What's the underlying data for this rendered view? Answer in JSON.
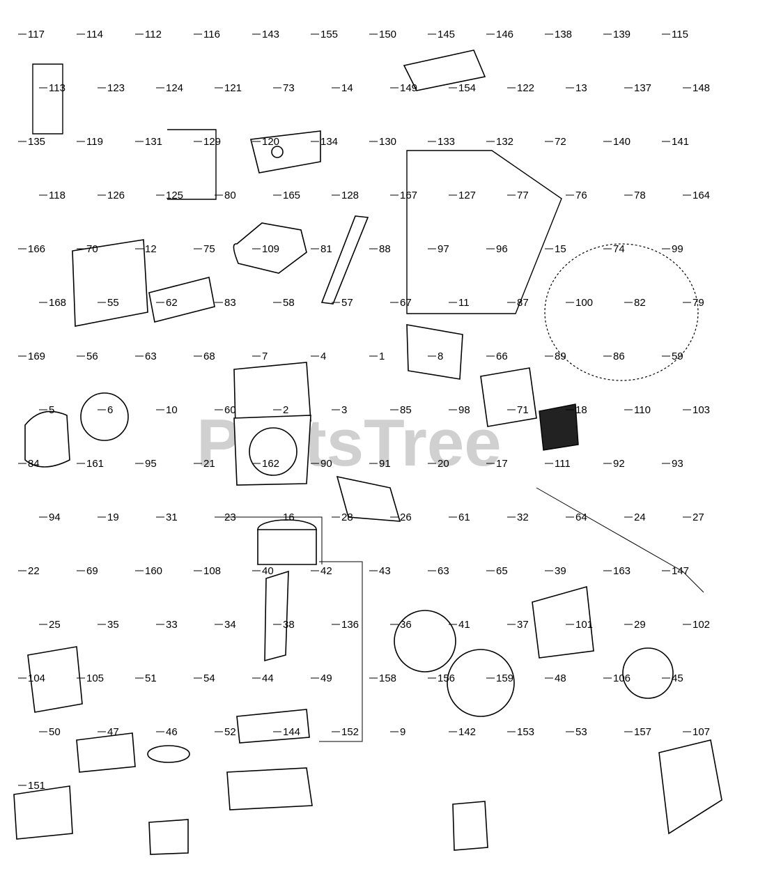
{
  "watermark": "PartsTree",
  "callouts": [
    "117",
    "114",
    "112",
    "116",
    "143",
    "155",
    "150",
    "145",
    "146",
    "138",
    "139",
    "115",
    "113",
    "123",
    "124",
    "121",
    "73",
    "14",
    "149",
    "154",
    "122",
    "13",
    "137",
    "148",
    "135",
    "119",
    "131",
    "129",
    "120",
    "134",
    "130",
    "133",
    "132",
    "72",
    "140",
    "141",
    "118",
    "126",
    "125",
    "80",
    "165",
    "128",
    "167",
    "127",
    "77",
    "76",
    "78",
    "164",
    "166",
    "70",
    "12",
    "75",
    "109",
    "81",
    "88",
    "97",
    "96",
    "15",
    "74",
    "99",
    "168",
    "55",
    "62",
    "83",
    "58",
    "57",
    "67",
    "11",
    "87",
    "100",
    "82",
    "79",
    "169",
    "56",
    "63",
    "68",
    "7",
    "4",
    "1",
    "8",
    "66",
    "89",
    "86",
    "59",
    "5",
    "6",
    "10",
    "60",
    "2",
    "3",
    "85",
    "98",
    "71",
    "18",
    "110",
    "103",
    "84",
    "161",
    "95",
    "21",
    "162",
    "90",
    "91",
    "20",
    "17",
    "111",
    "92",
    "93",
    "94",
    "19",
    "31",
    "23",
    "16",
    "28",
    "26",
    "61",
    "32",
    "64",
    "24",
    "27",
    "22",
    "69",
    "160",
    "108",
    "40",
    "42",
    "43",
    "63",
    "65",
    "39",
    "163",
    "147",
    "25",
    "35",
    "33",
    "34",
    "38",
    "136",
    "36",
    "41",
    "37",
    "101",
    "29",
    "102",
    "104",
    "105",
    "51",
    "54",
    "44",
    "49",
    "158",
    "156",
    "159",
    "48",
    "106",
    "45",
    "50",
    "47",
    "46",
    "52",
    "144",
    "152",
    "9",
    "142",
    "153",
    "53",
    "157",
    "107",
    "151"
  ]
}
